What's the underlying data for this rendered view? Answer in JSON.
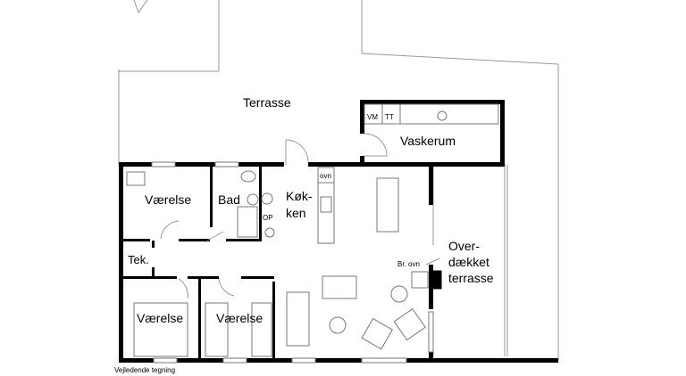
{
  "plan": {
    "rooms": {
      "terrace": "Terrasse",
      "laundry": "Vaskerum",
      "bedroom1": "Værelse",
      "bath": "Bad",
      "kitchen_line1": "Køk-",
      "kitchen_line2": "ken",
      "technical": "Tek.",
      "bedroom2": "Værelse",
      "bedroom3": "Værelse",
      "covered_terrace_line1": "Over-",
      "covered_terrace_line2": "dækket",
      "covered_terrace_line3": "terrasse"
    },
    "fixtures": {
      "washing_machine": "VM",
      "tumble_dryer": "TT",
      "oven": "ovn",
      "op": "OP",
      "wood_stove": "Br. ovn"
    },
    "caption": "Vejledende tegning"
  }
}
